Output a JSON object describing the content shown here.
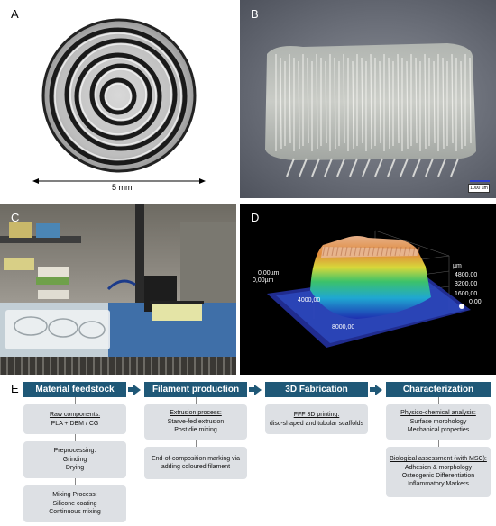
{
  "panels": {
    "a": {
      "letter": "A",
      "scale_label": "5 mm"
    },
    "b": {
      "letter": "B",
      "scale_label": "1000 µm"
    },
    "c": {
      "letter": "C"
    },
    "d": {
      "letter": "D",
      "axis_labels": {
        "origin_x": "0,00µm",
        "origin_y": "0,00µm",
        "y_mid": "4000,00",
        "y_far": "8000,00",
        "z_unit": "µm",
        "z_4800": "4800,00",
        "z_3200": "3200,00",
        "z_1600": "1600,00",
        "z_0": "0,00"
      }
    },
    "e": {
      "letter": "E",
      "columns": [
        {
          "header": "Material feedstock",
          "boxes": [
            {
              "title": "Raw components:",
              "lines": [
                "PLA + DBM / CG"
              ]
            },
            {
              "title": "Preprocessing:",
              "lines": [
                "Grinding",
                "Drying"
              ]
            },
            {
              "title": "Mixing Process:",
              "lines": [
                "Silicone coating",
                "Continuous mixing"
              ]
            }
          ]
        },
        {
          "header": "Filament production",
          "boxes": [
            {
              "title": "Extrusion process:",
              "lines": [
                "Starve-fed extrusion",
                "Post die mixing"
              ]
            },
            {
              "title": "",
              "lines": [
                "End-of-composition marking via",
                "adding coloured filament"
              ]
            }
          ]
        },
        {
          "header": "3D Fabrication",
          "boxes": [
            {
              "title": "FFF 3D printing:",
              "lines": [
                "disc-shaped and tubular scaffolds"
              ]
            }
          ]
        },
        {
          "header": "Characterization",
          "boxes": [
            {
              "title": "Physico-chemical analysis:",
              "lines": [
                "Surface morphology",
                "Mechanical properties"
              ]
            },
            {
              "title": "Biological assessment (with MSC):",
              "lines": [
                "Adhesion & morphology",
                "Osteogenic Differentiation",
                "Inflammatory Markers"
              ]
            }
          ]
        }
      ]
    }
  },
  "colors": {
    "header_bg": "#1f5877",
    "box_bg": "#dde0e4"
  }
}
